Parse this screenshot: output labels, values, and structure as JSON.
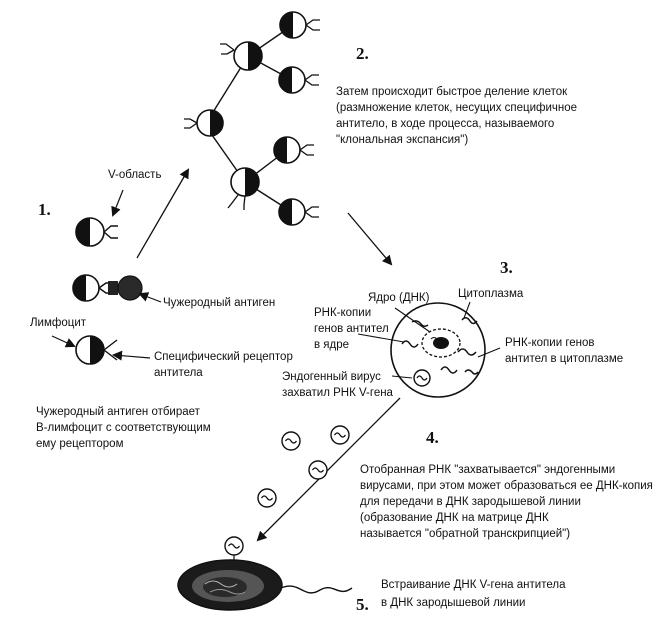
{
  "steps": {
    "s1": "1.",
    "s2": "2.",
    "s3": "3.",
    "s4": "4.",
    "s5": "5."
  },
  "labels": {
    "v_region": "V-область",
    "foreign_antigen": "Чужеродный антиген",
    "lymphocyte": "Лимфоцит",
    "receptor_l1": "Специфический рецептор",
    "receptor_l2": "антитела",
    "step1_l1": "Чужеродный антиген отбирает",
    "step1_l2": "В-лимфоцит с соответствующим",
    "step1_l3": "ему рецептором",
    "step2_l1": "Затем происходит быстрое деление клеток",
    "step2_l2": "(размножение клеток, несущих специфичное",
    "step2_l3": "антитело, в ходе процесса, называемого",
    "step2_l4": "\"клональная экспансия\")",
    "nucleus": "Ядро (ДНК)",
    "cytoplasm": "Цитоплазма",
    "rna_nucleus_l1": "РНК-копии",
    "rna_nucleus_l2": "генов антител",
    "rna_nucleus_l3": "в ядре",
    "rna_cyto_l1": "РНК-копии генов",
    "rna_cyto_l2": "антител в цитоплазме",
    "virus_l1": "Эндогенный вирус",
    "virus_l2": "захватил РНК V-гена",
    "step4_l1": "Отобранная РНК \"захватывается\" эндогенными",
    "step4_l2": "вирусами, при этом может образоваться ее ДНК-копия",
    "step4_l3": "для передачи в ДНК зародышевой линии",
    "step4_l4": "(образование ДНК на матрице ДНК",
    "step4_l5": "называется \"обратной транскрипцией\")",
    "step5_l1": "Встраивание ДНК V-гена антитела",
    "step5_l2": "в ДНК зародышевой линии"
  }
}
